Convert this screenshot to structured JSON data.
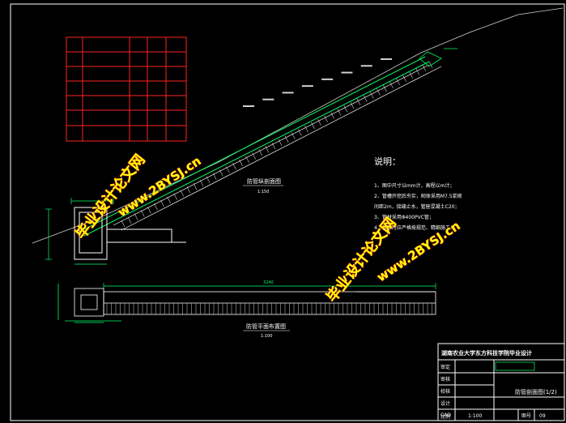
{
  "colors": {
    "background": "#000000",
    "frame": "#ffffff",
    "dim": "#00ff66",
    "green": "#00cc44",
    "red": "#ff2222",
    "yellow": "#ffff00",
    "text": "#ffffff",
    "cyan": "#00e5ff"
  },
  "drawing": {
    "section_title": "防管纵剖面图",
    "section_scale": "1:150",
    "plan_title": "防管平面布置图",
    "plan_scale": "1:100",
    "plan_dim_total": "3240",
    "notes_title": "说明：",
    "notes": [
      "1、图中尺寸以mm计，高程以m计；",
      "2、管槽开挖后夯实，砌体采用M7.5浆砌",
      "间距2m，接缝止水，管座混凝土C20；",
      "3、管材采用Φ400PVC管；",
      "4、施工时应严格按规范、精细施工。"
    ]
  },
  "title_block": {
    "header": "湖南农业大学东方科技学院毕业设计",
    "drawing_name": "防管剖面图(1/2)",
    "rows": [
      "审定",
      "审核",
      "校核",
      "设计",
      "CAD",
      "比例"
    ],
    "scale_value": "1:100",
    "sheet_label": "图号",
    "sheet_value": "09"
  },
  "watermarks": [
    "毕业设计论文网",
    "www.2BYSJ.cn",
    "毕业设计论文网",
    "www.2BYSJ.cn"
  ]
}
